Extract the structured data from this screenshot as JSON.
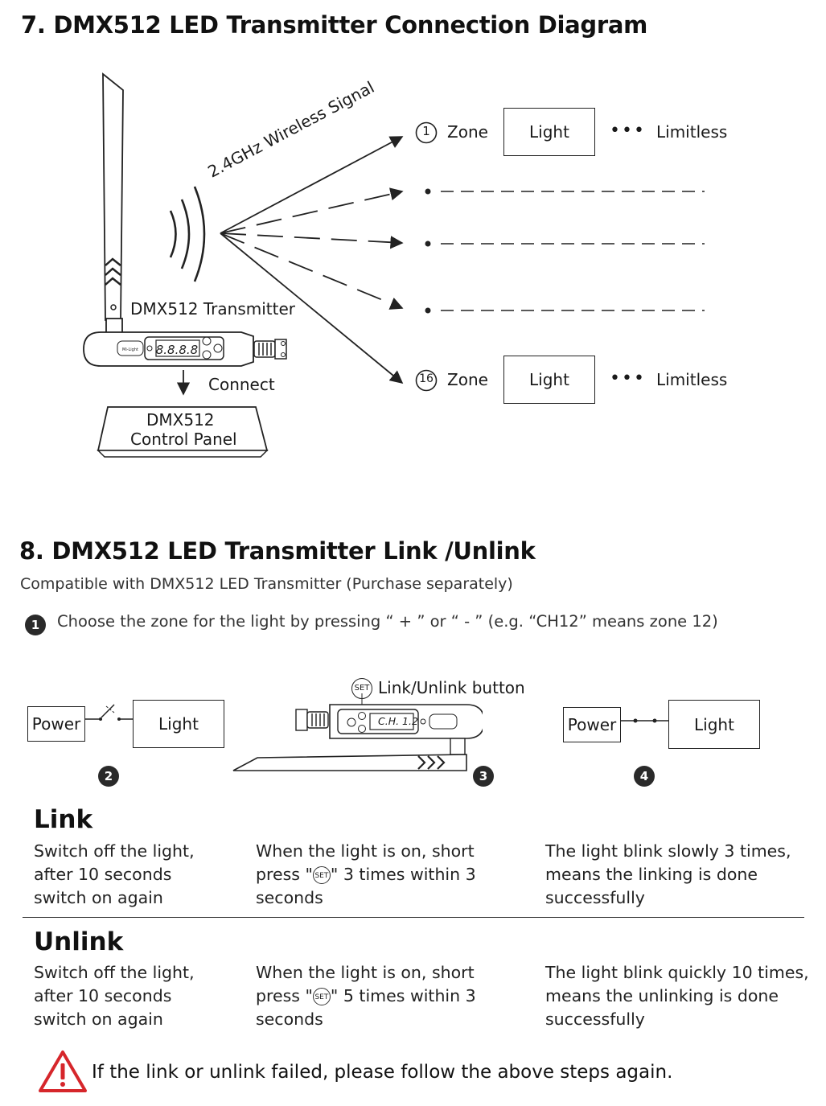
{
  "section7": {
    "title": "7. DMX512 LED Transmitter Connection Diagram",
    "signal_label": "2.4GHz Wireless Signal",
    "transmitter_label": "DMX512 Transmitter",
    "display_digits": "8.8.8.8",
    "connect_label": "Connect",
    "control_panel_line1": "DMX512",
    "control_panel_line2": "Control Panel",
    "zones": [
      {
        "number": "1",
        "zone_label": "Zone",
        "light_label": "Light",
        "dots": "•••",
        "limitless_label": "Limitless"
      },
      {
        "number": "16",
        "zone_label": "Zone",
        "light_label": "Light",
        "dots": "•••",
        "limitless_label": "Limitless"
      }
    ]
  },
  "section8": {
    "title": "8. DMX512 LED Transmitter Link /Unlink",
    "subtitle": "Compatible with DMX512 LED Transmitter (Purchase separately)",
    "step1": {
      "number": "1",
      "text": "Choose the zone for the light by pressing “ + ” or “ - ”  (e.g. “CH12” means zone 12)"
    },
    "step2": {
      "number": "2",
      "power_label": "Power",
      "light_label": "Light"
    },
    "step3": {
      "number": "3",
      "set_icon_text": "SET",
      "button_label": "Link/Unlink button",
      "display_text": "C.H. 1.2"
    },
    "step4": {
      "number": "4",
      "power_label": "Power",
      "light_label": "Light"
    },
    "link": {
      "heading": "Link",
      "col1": [
        "Switch off the light,",
        "after 10 seconds",
        "switch on again"
      ],
      "col2_line1": "When the light is on, short",
      "col2_press_prefix": "press \"",
      "col2_press_suffix": "\" 3 times within 3",
      "col2_line3": "seconds",
      "col3": [
        "The light blink slowly 3 times,",
        "means the linking is done",
        "successfully"
      ]
    },
    "unlink": {
      "heading": "Unlink",
      "col1": [
        "Switch off the light,",
        "after 10 seconds",
        "switch on again"
      ],
      "col2_line1": "When the light is on, short",
      "col2_press_prefix": "press \"",
      "col2_press_suffix": "\" 5 times within 3",
      "col2_line3": "seconds",
      "col3": [
        "The light blink quickly 10 times,",
        "means the unlinking is done",
        "successfully"
      ]
    },
    "set_icon_text": "SET",
    "warning": "If the link or unlink failed, please follow the above steps again."
  },
  "colors": {
    "warning_red": "#d6262b",
    "ink": "#1a1a1a"
  }
}
